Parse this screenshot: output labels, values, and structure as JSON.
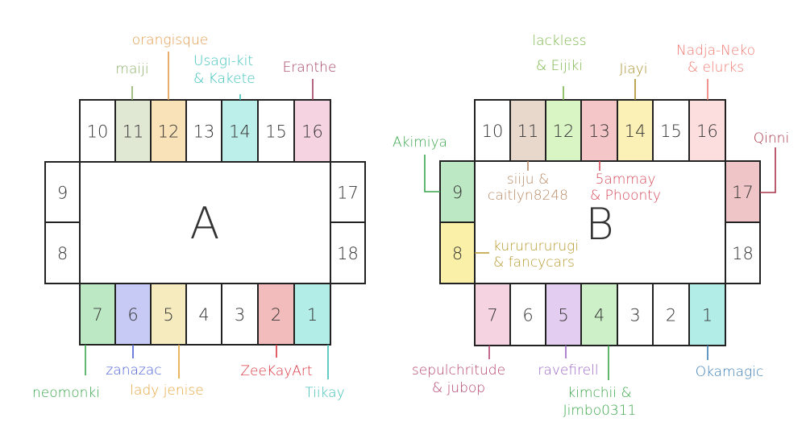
{
  "tables": [
    {
      "letter": "A",
      "seats": [
        {
          "num": "1",
          "color": "#b3ede8",
          "name": [
            "Tiikay"
          ],
          "name_color": "#3cbfb5"
        },
        {
          "num": "2",
          "color": "#f3bcbc",
          "name": [
            "ZeeKayArt"
          ],
          "name_color": "#d9353f"
        },
        {
          "num": "3",
          "color": "#ffffff"
        },
        {
          "num": "4",
          "color": "#ffffff"
        },
        {
          "num": "5",
          "color": "#f6eabf",
          "name": [
            "lady jenise"
          ],
          "name_color": "#e6a43b"
        },
        {
          "num": "6",
          "color": "#c6caf5",
          "name": [
            "zanazac"
          ],
          "name_color": "#4a5fd6"
        },
        {
          "num": "7",
          "color": "#bde8c4",
          "name": [
            "neomonki"
          ],
          "name_color": "#3aa64c"
        },
        {
          "num": "8",
          "color": "#ffffff"
        },
        {
          "num": "9",
          "color": "#ffffff"
        },
        {
          "num": "10",
          "color": "#ffffff"
        },
        {
          "num": "11",
          "color": "#e0e7d3",
          "name": [
            "maiji"
          ],
          "name_color": "#8db06b"
        },
        {
          "num": "12",
          "color": "#f9e2b7",
          "name": [
            "orangisque"
          ],
          "name_color": "#e39a4b"
        },
        {
          "num": "13",
          "color": "#ffffff"
        },
        {
          "num": "14",
          "color": "#bcefe9",
          "name": [
            "Usagi-kit",
            "& Kakete"
          ],
          "name_color": "#3cc2bb"
        },
        {
          "num": "15",
          "color": "#ffffff"
        },
        {
          "num": "16",
          "color": "#f6d3e1",
          "name": [
            "Eranthe"
          ],
          "name_color": "#a3405f"
        },
        {
          "num": "17",
          "color": "#ffffff"
        },
        {
          "num": "18",
          "color": "#ffffff"
        }
      ]
    },
    {
      "letter": "B",
      "seats": [
        {
          "num": "1",
          "color": "#b3ede8",
          "name": [
            "Okamagic"
          ],
          "name_color": "#3d7fb5"
        },
        {
          "num": "2",
          "color": "#ffffff"
        },
        {
          "num": "3",
          "color": "#ffffff"
        },
        {
          "num": "4",
          "color": "#cdf0c8",
          "name": [
            "kimchii &",
            "Jimbo0311"
          ],
          "name_color": "#3ca64a"
        },
        {
          "num": "5",
          "color": "#e3cdf0",
          "name": [
            "ravefirell"
          ],
          "name_color": "#9a66c2"
        },
        {
          "num": "6",
          "color": "#ffffff"
        },
        {
          "num": "7",
          "color": "#f6d3e1",
          "name": [
            "sepulchritude",
            "& jubop"
          ],
          "name_color": "#b5456f"
        },
        {
          "num": "8",
          "color": "#fbf0a7",
          "name": [
            "kururururugi",
            "& fancycars"
          ],
          "name_color": "#b89a2e"
        },
        {
          "num": "9",
          "color": "#bde8c4",
          "name": [
            "Akimiya"
          ],
          "name_color": "#3aa64c"
        },
        {
          "num": "10",
          "color": "#ffffff"
        },
        {
          "num": "11",
          "color": "#e8d8cc",
          "name": [
            "siiju &",
            "caitlyn8248"
          ],
          "name_color": "#b78a66"
        },
        {
          "num": "12",
          "color": "#d9f5c4",
          "name": [
            "lackless",
            "& Eijiki"
          ],
          "name_color": "#7ab548"
        },
        {
          "num": "13",
          "color": "#f4c6c8",
          "name": [
            "5ammay",
            "& Phoonty"
          ],
          "name_color": "#d5495a"
        },
        {
          "num": "14",
          "color": "#fbf0b5",
          "name": [
            "Jiayi"
          ],
          "name_color": "#a88f2a"
        },
        {
          "num": "15",
          "color": "#ffffff"
        },
        {
          "num": "16",
          "color": "#fbdedd",
          "name": [
            "Nadja-Neko",
            "& elurks"
          ],
          "name_color": "#ef7a72"
        },
        {
          "num": "17",
          "color": "#efc5c7",
          "name": [
            "Qinni"
          ],
          "name_color": "#a8354a"
        },
        {
          "num": "18",
          "color": "#ffffff"
        }
      ]
    }
  ]
}
